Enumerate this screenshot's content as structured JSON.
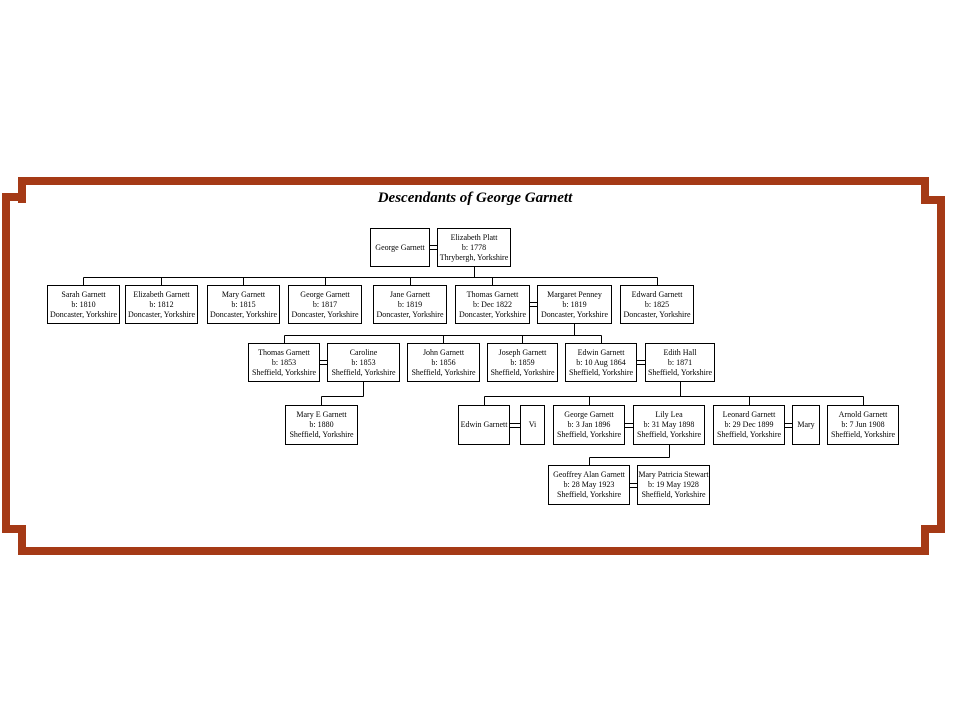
{
  "title": "Descendants of George Garnett",
  "frame_color": "#A53A16",
  "line_color": "#000000",
  "people": {
    "g1_george": {
      "name": "George Garnett"
    },
    "g1_elizabeth": {
      "name": "Elizabeth Platt",
      "birth": "b: 1778",
      "place": "Thrybergh, Yorkshire"
    },
    "g2_sarah": {
      "name": "Sarah Garnett",
      "birth": "b: 1810",
      "place": "Doncaster, Yorkshire"
    },
    "g2_elizabeth": {
      "name": "Elizabeth Garnett",
      "birth": "b: 1812",
      "place": "Doncaster, Yorkshire"
    },
    "g2_mary": {
      "name": "Mary Garnett",
      "birth": "b: 1815",
      "place": "Doncaster, Yorkshire"
    },
    "g2_george": {
      "name": "George Garnett",
      "birth": "b: 1817",
      "place": "Doncaster, Yorkshire"
    },
    "g2_jane": {
      "name": "Jane Garnett",
      "birth": "b: 1819",
      "place": "Doncaster, Yorkshire"
    },
    "g2_thomas": {
      "name": "Thomas Garnett",
      "birth": "b: Dec 1822",
      "place": "Doncaster, Yorkshire"
    },
    "g2_margaret": {
      "name": "Margaret Penney",
      "birth": "b: 1819",
      "place": "Doncaster, Yorkshire"
    },
    "g2_edward": {
      "name": "Edward Garnett",
      "birth": "b: 1825",
      "place": "Doncaster, Yorkshire"
    },
    "g3_thomas": {
      "name": "Thomas Garnett",
      "birth": "b: 1853",
      "place": "Sheffield, Yorkshire"
    },
    "g3_caroline": {
      "name": "Caroline",
      "birth": "b: 1853",
      "place": "Sheffield, Yorkshire"
    },
    "g3_john": {
      "name": "John Garnett",
      "birth": "b: 1856",
      "place": "Sheffield, Yorkshire"
    },
    "g3_joseph": {
      "name": "Joseph Garnett",
      "birth": "b: 1859",
      "place": "Sheffield, Yorkshire"
    },
    "g3_edwin": {
      "name": "Edwin Garnett",
      "birth": "b: 10 Aug 1864",
      "place": "Sheffield, Yorkshire"
    },
    "g3_edith": {
      "name": "Edith Hall",
      "birth": "b: 1871",
      "place": "Sheffield, Yorkshire"
    },
    "g4_mary_e": {
      "name": "Mary E Garnett",
      "birth": "b: 1880",
      "place": "Sheffield, Yorkshire"
    },
    "g4_edwin": {
      "name": "Edwin Garnett"
    },
    "g4_vi": {
      "name": "Vi"
    },
    "g4_george": {
      "name": "George Garnett",
      "birth": "b: 3 Jan 1896",
      "place": "Sheffield, Yorkshire"
    },
    "g4_lily": {
      "name": "Lily Lea",
      "birth": "b: 31 May 1898",
      "place": "Sheffield, Yorkshire"
    },
    "g4_leonard": {
      "name": "Leonard Garnett",
      "birth": "b: 29 Dec 1899",
      "place": "Sheffield, Yorkshire"
    },
    "g4_mary": {
      "name": "Mary"
    },
    "g4_arnold": {
      "name": "Arnold Garnett",
      "birth": "b: 7 Jun 1908",
      "place": "Sheffield, Yorkshire"
    },
    "g5_geoffrey": {
      "name": "Geoffrey Alan Garnett",
      "birth": "b: 28 May 1923",
      "place": "Sheffield, Yorkshire"
    },
    "g5_mary_patricia": {
      "name": "Mary Patricia Stewart",
      "birth": "b: 19 May 1928",
      "place": "Sheffield, Yorkshire"
    }
  },
  "relationships": [
    {
      "couple": [
        "George Garnett",
        "Elizabeth Platt"
      ],
      "children": [
        "Sarah Garnett",
        "Elizabeth Garnett",
        "Mary Garnett",
        "George Garnett",
        "Jane Garnett",
        "Thomas Garnett",
        "Edward Garnett"
      ]
    },
    {
      "couple": [
        "Thomas Garnett",
        "Margaret Penney"
      ],
      "children": [
        "Thomas Garnett",
        "John Garnett",
        "Joseph Garnett",
        "Edwin Garnett"
      ]
    },
    {
      "couple": [
        "Thomas Garnett",
        "Caroline"
      ],
      "children": [
        "Mary E Garnett"
      ]
    },
    {
      "couple": [
        "Edwin Garnett",
        "Edith Hall"
      ],
      "children": [
        "Edwin Garnett",
        "George Garnett",
        "Leonard Garnett",
        "Arnold Garnett"
      ]
    },
    {
      "couple": [
        "George Garnett",
        "Lily Lea"
      ],
      "children": [
        "Geoffrey Alan Garnett"
      ]
    },
    {
      "couple": [
        "Geoffrey Alan Garnett",
        "Mary Patricia Stewart"
      ],
      "children": []
    }
  ]
}
